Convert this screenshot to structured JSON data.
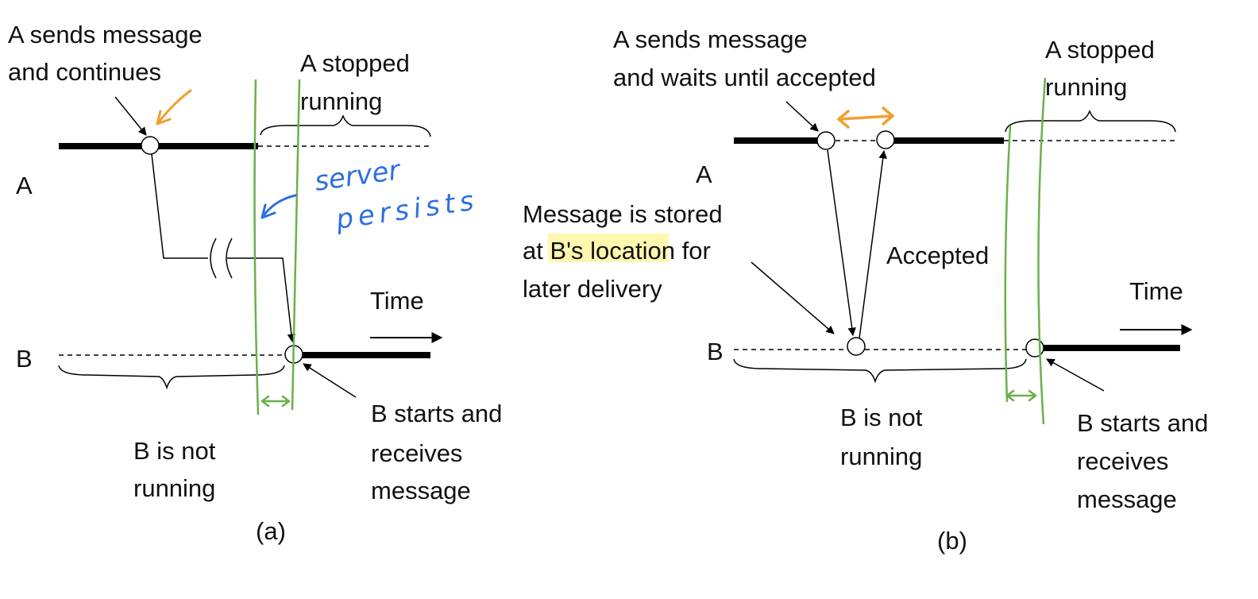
{
  "panel_a": {
    "caption": "(a)",
    "proc_a": "A",
    "proc_b": "B",
    "sends": [
      "A sends message",
      "and continues"
    ],
    "stopped": [
      "A stopped",
      "running"
    ],
    "b_not_running": [
      "B is not",
      "running"
    ],
    "b_starts": [
      "B starts and",
      "receives",
      "message"
    ],
    "time": "Time",
    "annotation": [
      "server",
      "persists"
    ]
  },
  "panel_b": {
    "caption": "(b)",
    "proc_a": "A",
    "proc_b": "B",
    "sends": [
      "A sends message",
      "and waits until accepted"
    ],
    "stopped": [
      "A stopped",
      "running"
    ],
    "stored": [
      "Message is stored",
      "at B's location for",
      "later delivery"
    ],
    "accepted": "Accepted",
    "b_not_running": [
      "B is not",
      "running"
    ],
    "b_starts": [
      "B starts and",
      "receives",
      "message"
    ],
    "time": "Time"
  },
  "colors": {
    "ink": "#000000",
    "annotation_green": "#6ab04c",
    "annotation_orange": "#f0a030",
    "annotation_blue": "#2f6fe0",
    "highlight": "#fff7b0"
  }
}
